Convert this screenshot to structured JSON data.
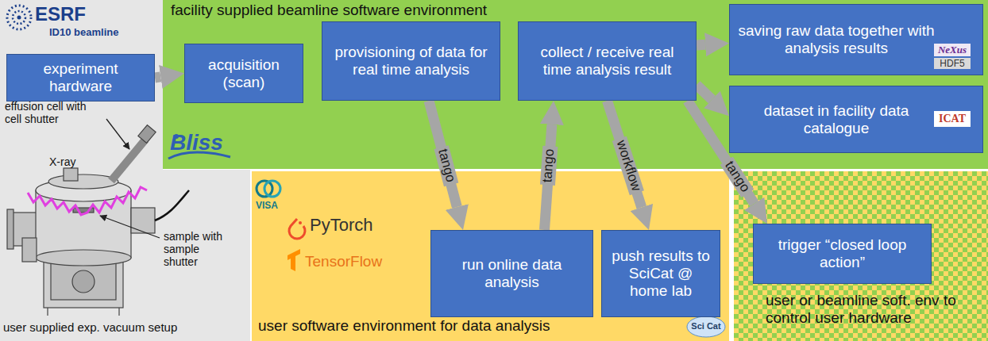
{
  "diagram": {
    "nodes": [
      {
        "text": [
          "user supplied exp. vacuum setup"
        ]
      },
      {
        "text": [
          "experiment hardware"
        ],
        "in": 0
      },
      {
        "text": [
          "facility supplied beamline software environment"
        ]
      },
      {
        "text": [
          "acquisition (scan)"
        ],
        "in": 2
      },
      {
        "text": [
          "provisioning of data for real time analysis"
        ],
        "in": 2
      },
      {
        "text": [
          "collect / receive real time analysis result"
        ],
        "in": 2
      },
      {
        "text": [
          "saving raw data together with analysis results"
        ],
        "in": 2
      },
      {
        "text": [
          "dataset in facility data catalogue"
        ],
        "in": 2
      },
      {
        "text": [
          "user software environment for data analysis"
        ]
      },
      {
        "text": [
          "run online data analysis"
        ],
        "in": 8
      },
      {
        "text": [
          "push results to SciCat @ home lab"
        ],
        "in": 8
      },
      {
        "text": [
          "user or beamline soft. env to control user hardware"
        ]
      },
      {
        "text": [
          "trigger “closed loop action”"
        ],
        "in": 11
      }
    ],
    "edges": [
      {
        "from": 1,
        "to": 3,
        "arrow": "to"
      },
      {
        "from": 3,
        "to": 4,
        "arrow": "to"
      },
      {
        "from": 4,
        "to": 5,
        "arrow": "to"
      },
      {
        "from": 5,
        "to": 6,
        "arrow": "to"
      },
      {
        "from": 5,
        "to": 7,
        "arrow": "to"
      },
      {
        "from": 4,
        "to": 9,
        "label": "tango",
        "arrow": "to"
      },
      {
        "from": 9,
        "to": 5,
        "label": "tango",
        "arrow": "to"
      },
      {
        "from": 5,
        "to": 10,
        "label": "workflow",
        "arrow": "to"
      },
      {
        "from": 5,
        "to": 12,
        "label": "tango",
        "arrow": "to"
      }
    ],
    "labels": [
      "ESRF",
      "ID10 beamline",
      "effusion cell with cell shutter",
      "X-ray",
      "sample with sample shutter",
      "Bliss",
      "NeXus",
      "HDF5",
      "ICAT",
      "VISA",
      "PyTorch",
      "TensorFlow",
      "Sci Cat"
    ]
  }
}
